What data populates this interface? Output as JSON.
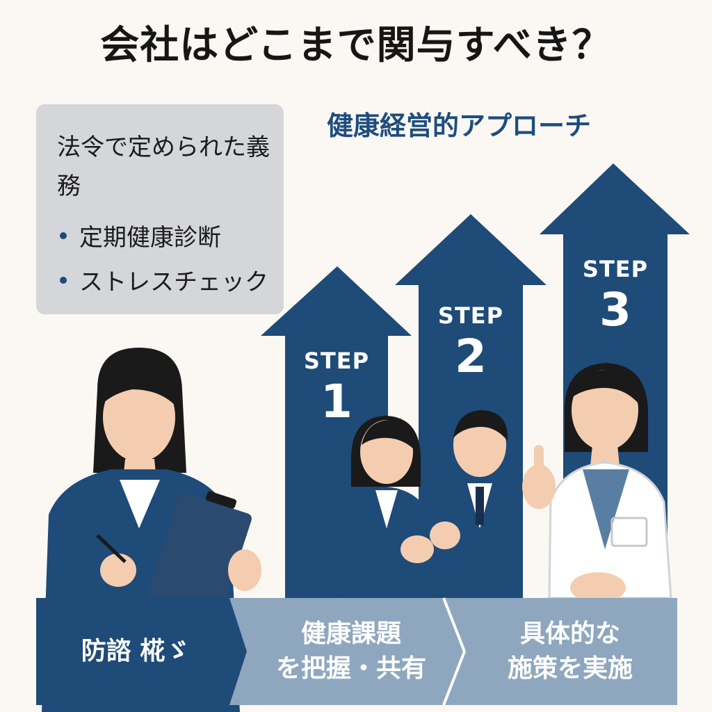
{
  "title": "会社はどこまで関与すべき？",
  "duty": {
    "heading": "法令で定められた義務",
    "items": [
      "定期健康診断",
      "ストレスチェック"
    ]
  },
  "approach": {
    "title": "健康経営的アプローチ"
  },
  "steps": [
    {
      "word": "STEP",
      "number": "1"
    },
    {
      "word": "STEP",
      "number": "2"
    },
    {
      "word": "STEP",
      "number": "3"
    }
  ],
  "bottom_bar": {
    "segments": [
      "防諮 椛ゞ",
      "健康課題\nを把握・共有",
      "具体的な\n施策を実施"
    ]
  },
  "colors": {
    "navy": "#1e4b78",
    "bar_blue": "#8ea7bf",
    "box_gray": "#d4d6d9"
  }
}
